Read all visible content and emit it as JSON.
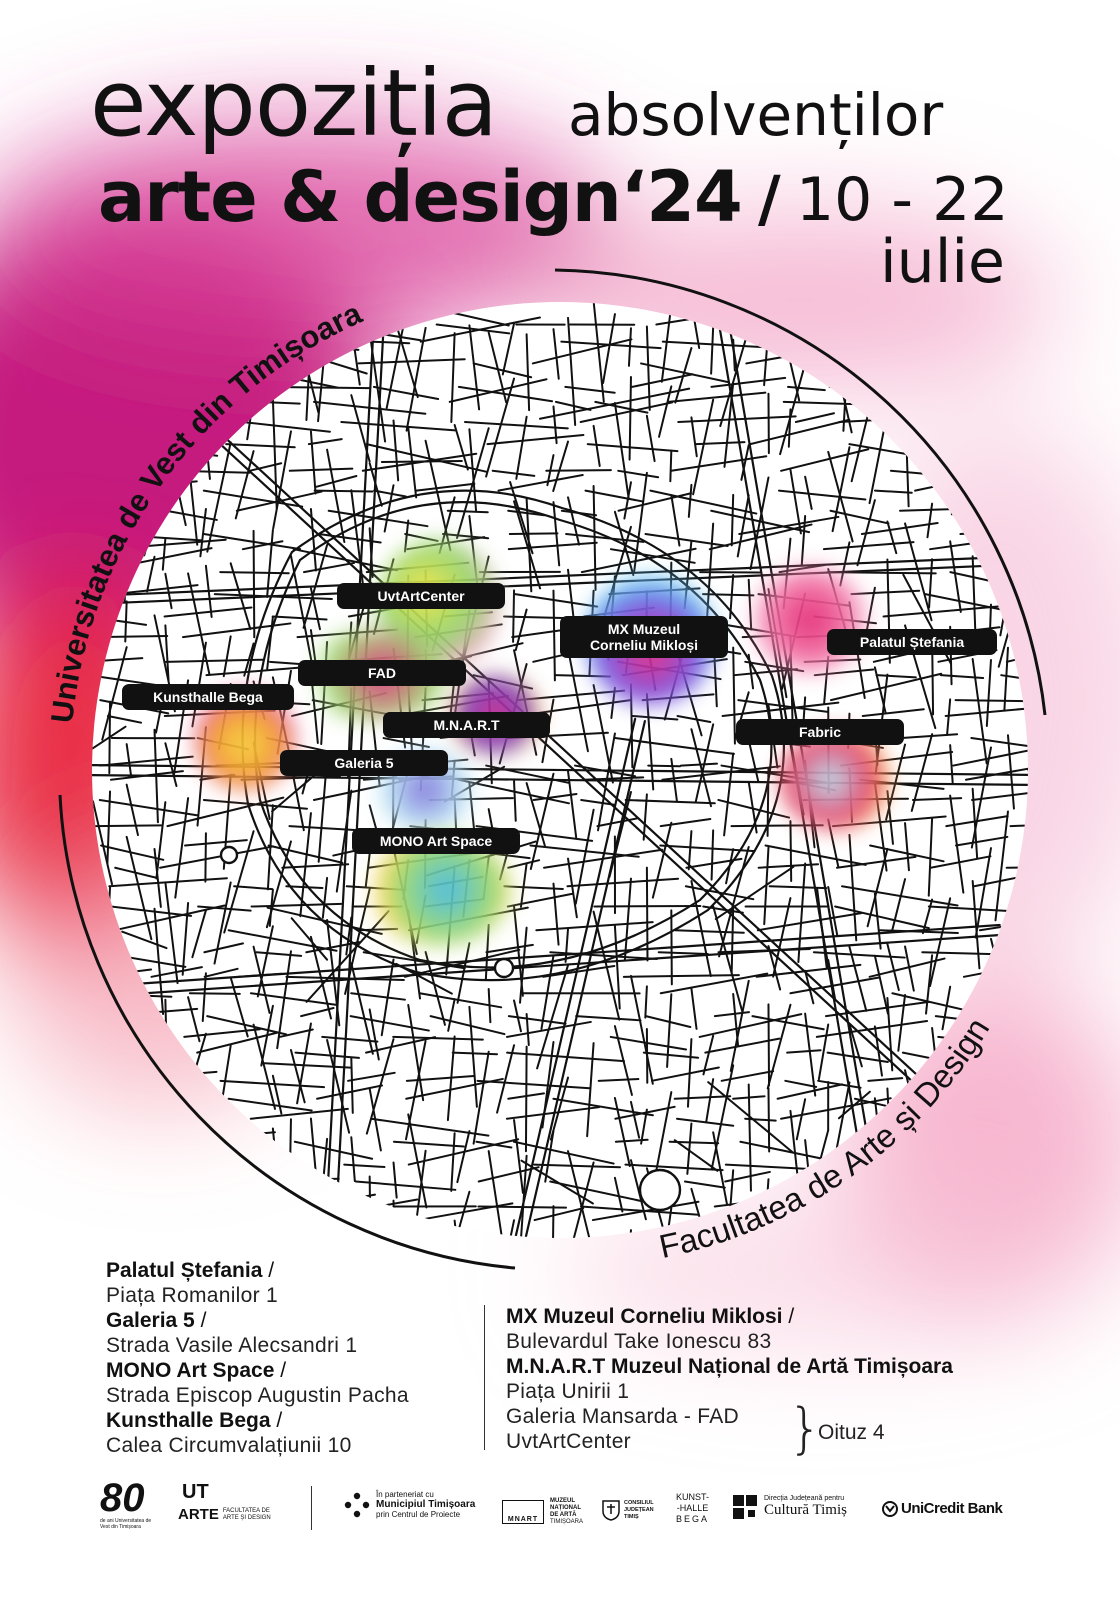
{
  "title": {
    "line1_big": "expoziția",
    "line1_small": "absolvenților",
    "line2": "arte & design‘24",
    "slash": "/",
    "dates": "10 - 22",
    "month": "iulie"
  },
  "arc_texts": {
    "top": "Universitatea de Vest din Timișoara",
    "bottom": "Facultatea de Arte și Design"
  },
  "map_pins": [
    {
      "label": "UvtArtCenter"
    },
    {
      "label": "FAD"
    },
    {
      "label": "Kunsthalle Bega"
    },
    {
      "label": "M.N.A.R.T"
    },
    {
      "label": "Galeria 5"
    },
    {
      "label": "MONO Art Space"
    },
    {
      "label": "MX Muzeul",
      "label2": "Corneliu Mikloși"
    },
    {
      "label": "Palatul Ștefania"
    },
    {
      "label": "Fabric"
    }
  ],
  "addresses_left": [
    {
      "name": "Palatul Ștefania",
      "sep": " /",
      "address": "Piața Romanilor 1"
    },
    {
      "name": "Galeria 5",
      "sep": " /",
      "address": "Strada Vasile Alecsandri 1"
    },
    {
      "name": "MONO Art Space",
      "sep": " /",
      "address": "Strada Episcop Augustin Pacha"
    },
    {
      "name": "Kunsthalle Bega",
      "sep": " /",
      "address": "Calea Circumvalațiunii 10"
    }
  ],
  "addresses_right": [
    {
      "name": "MX Muzeul Corneliu Miklosi",
      "sep": " /",
      "address": "Bulevardul Take Ionescu 83"
    },
    {
      "name": "M.N.A.R.T Muzeul Național de Artă Timișoara",
      "sep": "",
      "address": "Piața Unirii 1"
    }
  ],
  "grouped": {
    "items": [
      "Galeria Mansarda - FAD",
      "UvtArtCenter"
    ],
    "brace": "}",
    "target": "Oituz 4"
  },
  "logos": {
    "uvt80_num": "80",
    "uvt80_small": "de ani Universitatea de Vest din Timișoara",
    "ut": "UT",
    "arte": "ARTE",
    "arte_sub": "FACULTATEA DE ARTE ȘI DESIGN",
    "partner_l1": "În parteneriat cu",
    "partner_l2": "Municipiul Timișoara",
    "partner_l3": "prin Centrul de Proiecte",
    "mnart_l1": "MUZEUL",
    "mnart_l2": "NAȚIONAL",
    "mnart_l3": "DE ARTĂ",
    "mnart_l4": "TIMIȘOARA",
    "mnart_mark": "MNART",
    "cjt_l1": "CONSILIUL",
    "cjt_l2": "JUDEȚEAN",
    "cjt_l3": "TIMIȘ",
    "kh_l1": "KUNST-",
    "kh_l2": "-HALLE",
    "kh_l3": "BEGA",
    "cultura_l1": "Direcția Județeană pentru",
    "cultura_l2": "Cultură Timiș",
    "unicredit": "UniCredit Bank"
  },
  "colors": {
    "ink": "#111111",
    "magenta": "#d0147a",
    "red": "#ee2a3a",
    "pink": "#f5a6c8"
  }
}
